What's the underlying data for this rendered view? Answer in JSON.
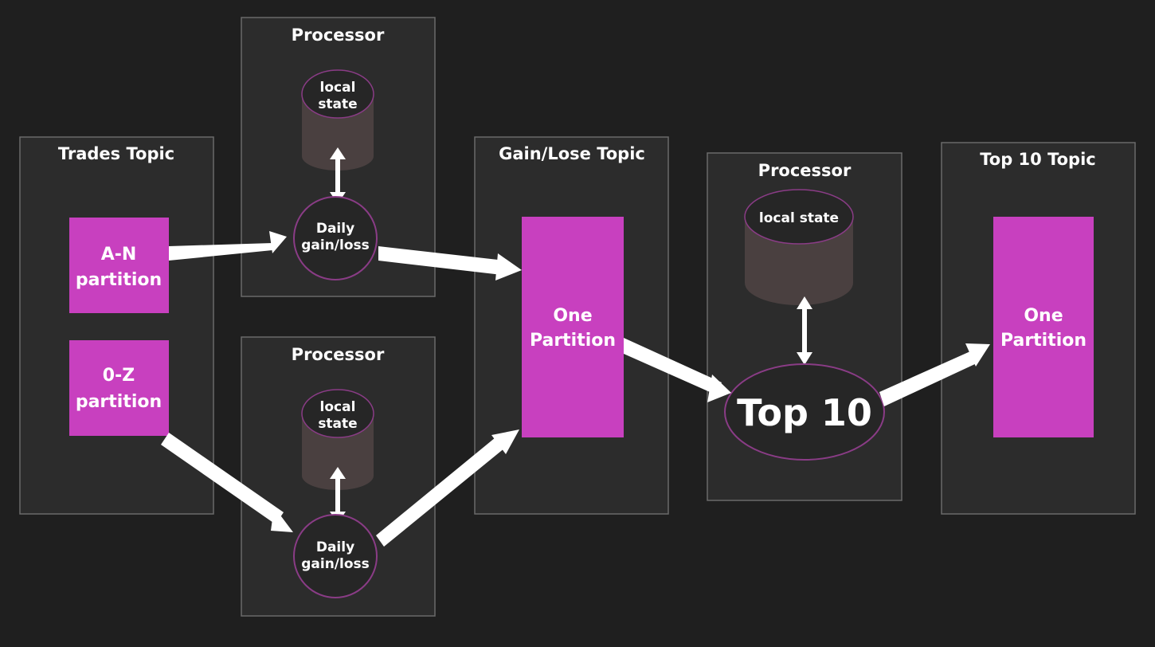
{
  "colors": {
    "background": "#1f1f1f",
    "box_fill": "#2c2c2c",
    "box_border": "#6a6a6a",
    "partition": "#c840bf",
    "node_fill": "#262626",
    "node_border": "#8a3c86",
    "store_body": "#4a4040",
    "arrow": "#ffffff"
  },
  "topics": {
    "trades": {
      "title": "Trades Topic",
      "partitions": [
        {
          "line1": "A-N",
          "line2": "partition"
        },
        {
          "line1": "0-Z",
          "line2": "partition"
        }
      ]
    },
    "gain_lose": {
      "title": "Gain/Lose Topic",
      "partition": {
        "line1": "One",
        "line2": "Partition"
      }
    },
    "top10": {
      "title": "Top 10 Topic",
      "partition": {
        "line1": "One",
        "line2": "Partition"
      }
    }
  },
  "processors": {
    "daily_top": {
      "title": "Processor",
      "store": {
        "line1": "local",
        "line2": "state"
      },
      "node": {
        "line1": "Daily",
        "line2": "gain/loss"
      }
    },
    "daily_bottom": {
      "title": "Processor",
      "store": {
        "line1": "local",
        "line2": "state"
      },
      "node": {
        "line1": "Daily",
        "line2": "gain/loss"
      }
    },
    "top10": {
      "title": "Processor",
      "store": {
        "line1": "local state"
      },
      "node": {
        "line1": "Top 10"
      }
    }
  }
}
